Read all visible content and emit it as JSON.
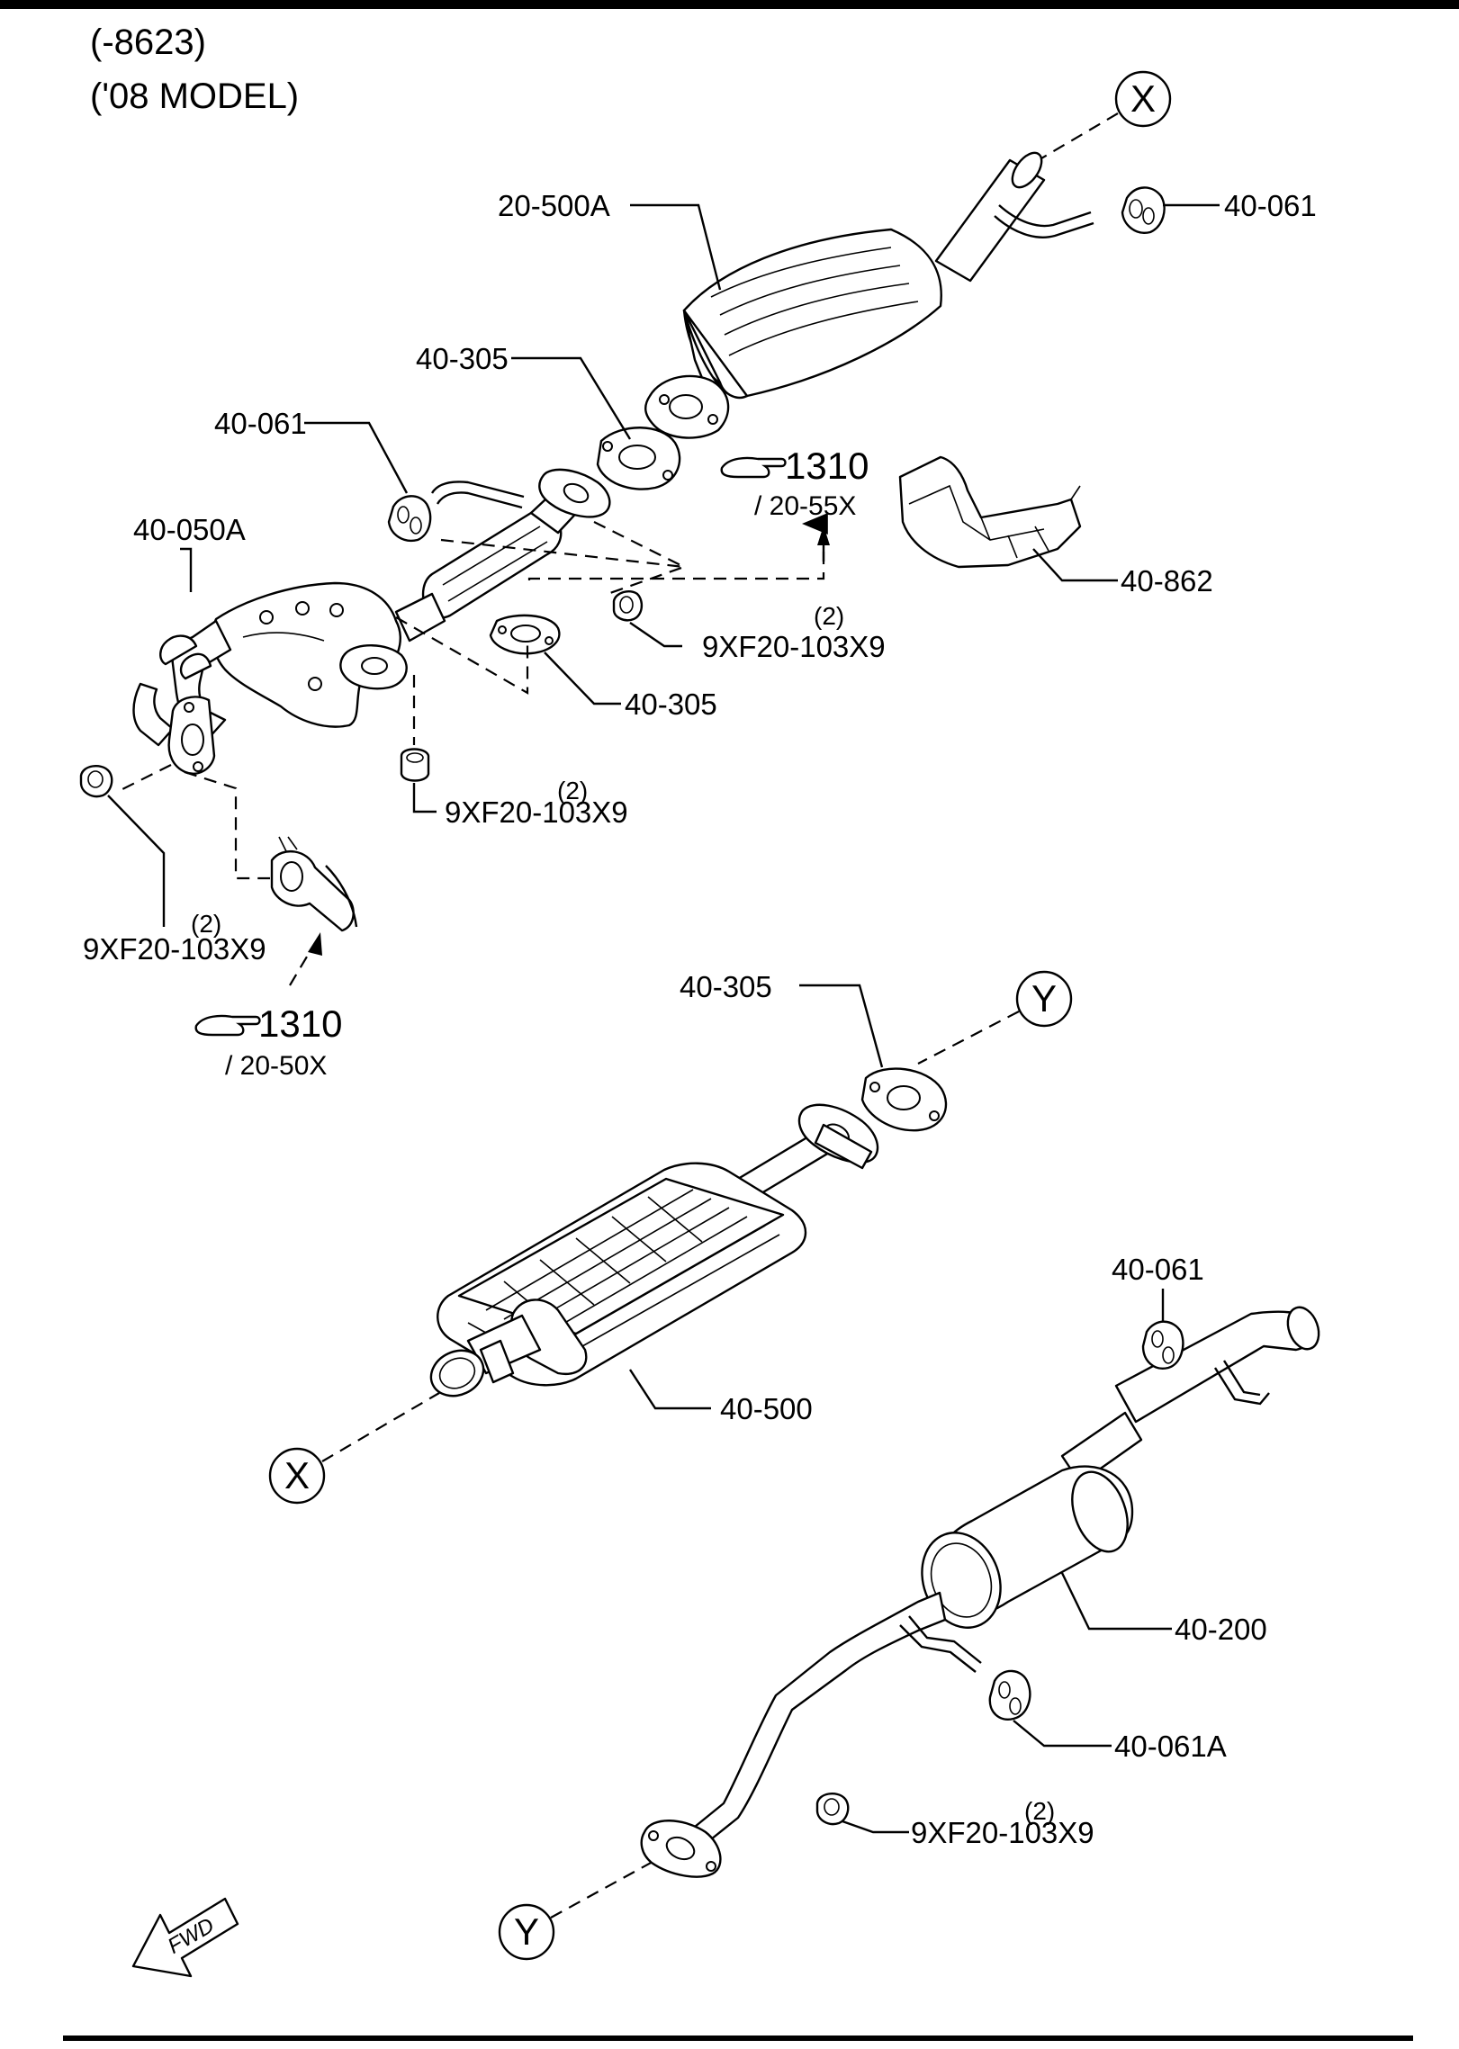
{
  "header": {
    "range": "(-8623)",
    "model": "('08 MODEL)"
  },
  "callouts": {
    "x_label": "X",
    "y_label": "Y"
  },
  "parts": {
    "converter_front": "20-500A",
    "hanger_top_right": "40-061",
    "gasket_upper": "40-305",
    "hanger_left": "40-061",
    "front_pipe": "40-050A",
    "heat_shield": "40-862",
    "gasket_middle": "40-305",
    "nut_center": "9XF20-103X9",
    "nut_center_qty": "(2)",
    "nut_lower_center": "9XF20-103X9",
    "nut_lower_center_qty": "(2)",
    "nut_left": "9XF20-103X9",
    "nut_left_qty": "(2)",
    "gasket_y": "40-305",
    "main_silencer": "40-500",
    "hanger_rear": "40-061",
    "rear_muffler": "40-200",
    "hanger_rear_a": "40-061A",
    "nut_rear": "9XF20-103X9",
    "nut_rear_qty": "(2)"
  },
  "references": {
    "ref_right": {
      "number": "1310",
      "sub": "/ 20-55X"
    },
    "ref_left": {
      "number": "1310",
      "sub": "/ 20-50X"
    }
  },
  "fwd": "FWD"
}
